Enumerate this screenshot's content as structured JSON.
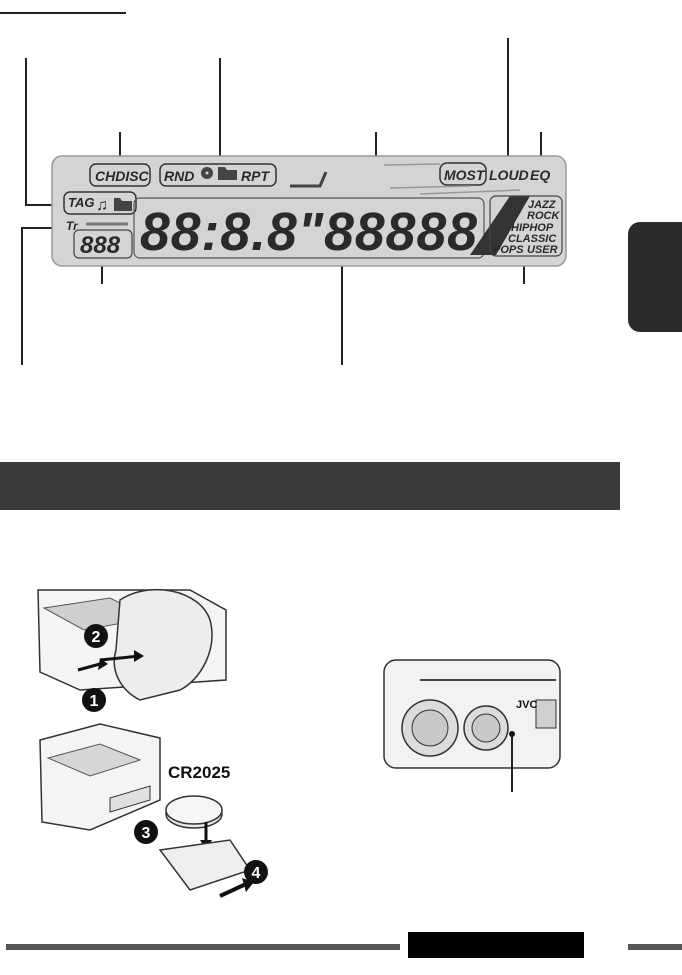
{
  "display": {
    "chdisc": "CHDISC",
    "rnd": "RND",
    "rpt": "RPT",
    "most": "MOST",
    "loud": "LOUD",
    "eq": "EQ",
    "tag": "TAG",
    "tr": "Tr",
    "track_digits": "888",
    "main_digits": "88:8.8\"88888",
    "sound_modes": {
      "jazz": "JAZZ",
      "rock": "ROCK",
      "hiphop": "HIPHOP",
      "classic": "CLASSIC",
      "pops": "POPS",
      "user": "USER"
    }
  },
  "battery": {
    "type_label": "CR2025",
    "step_markers": [
      "1",
      "2",
      "3",
      "4"
    ]
  },
  "unit": {
    "brand": "JVC"
  },
  "colors": {
    "lcd_bg": "#d4d4d4",
    "section_bar": "#3a3a3a",
    "side_tab": "#2b2b2b"
  }
}
